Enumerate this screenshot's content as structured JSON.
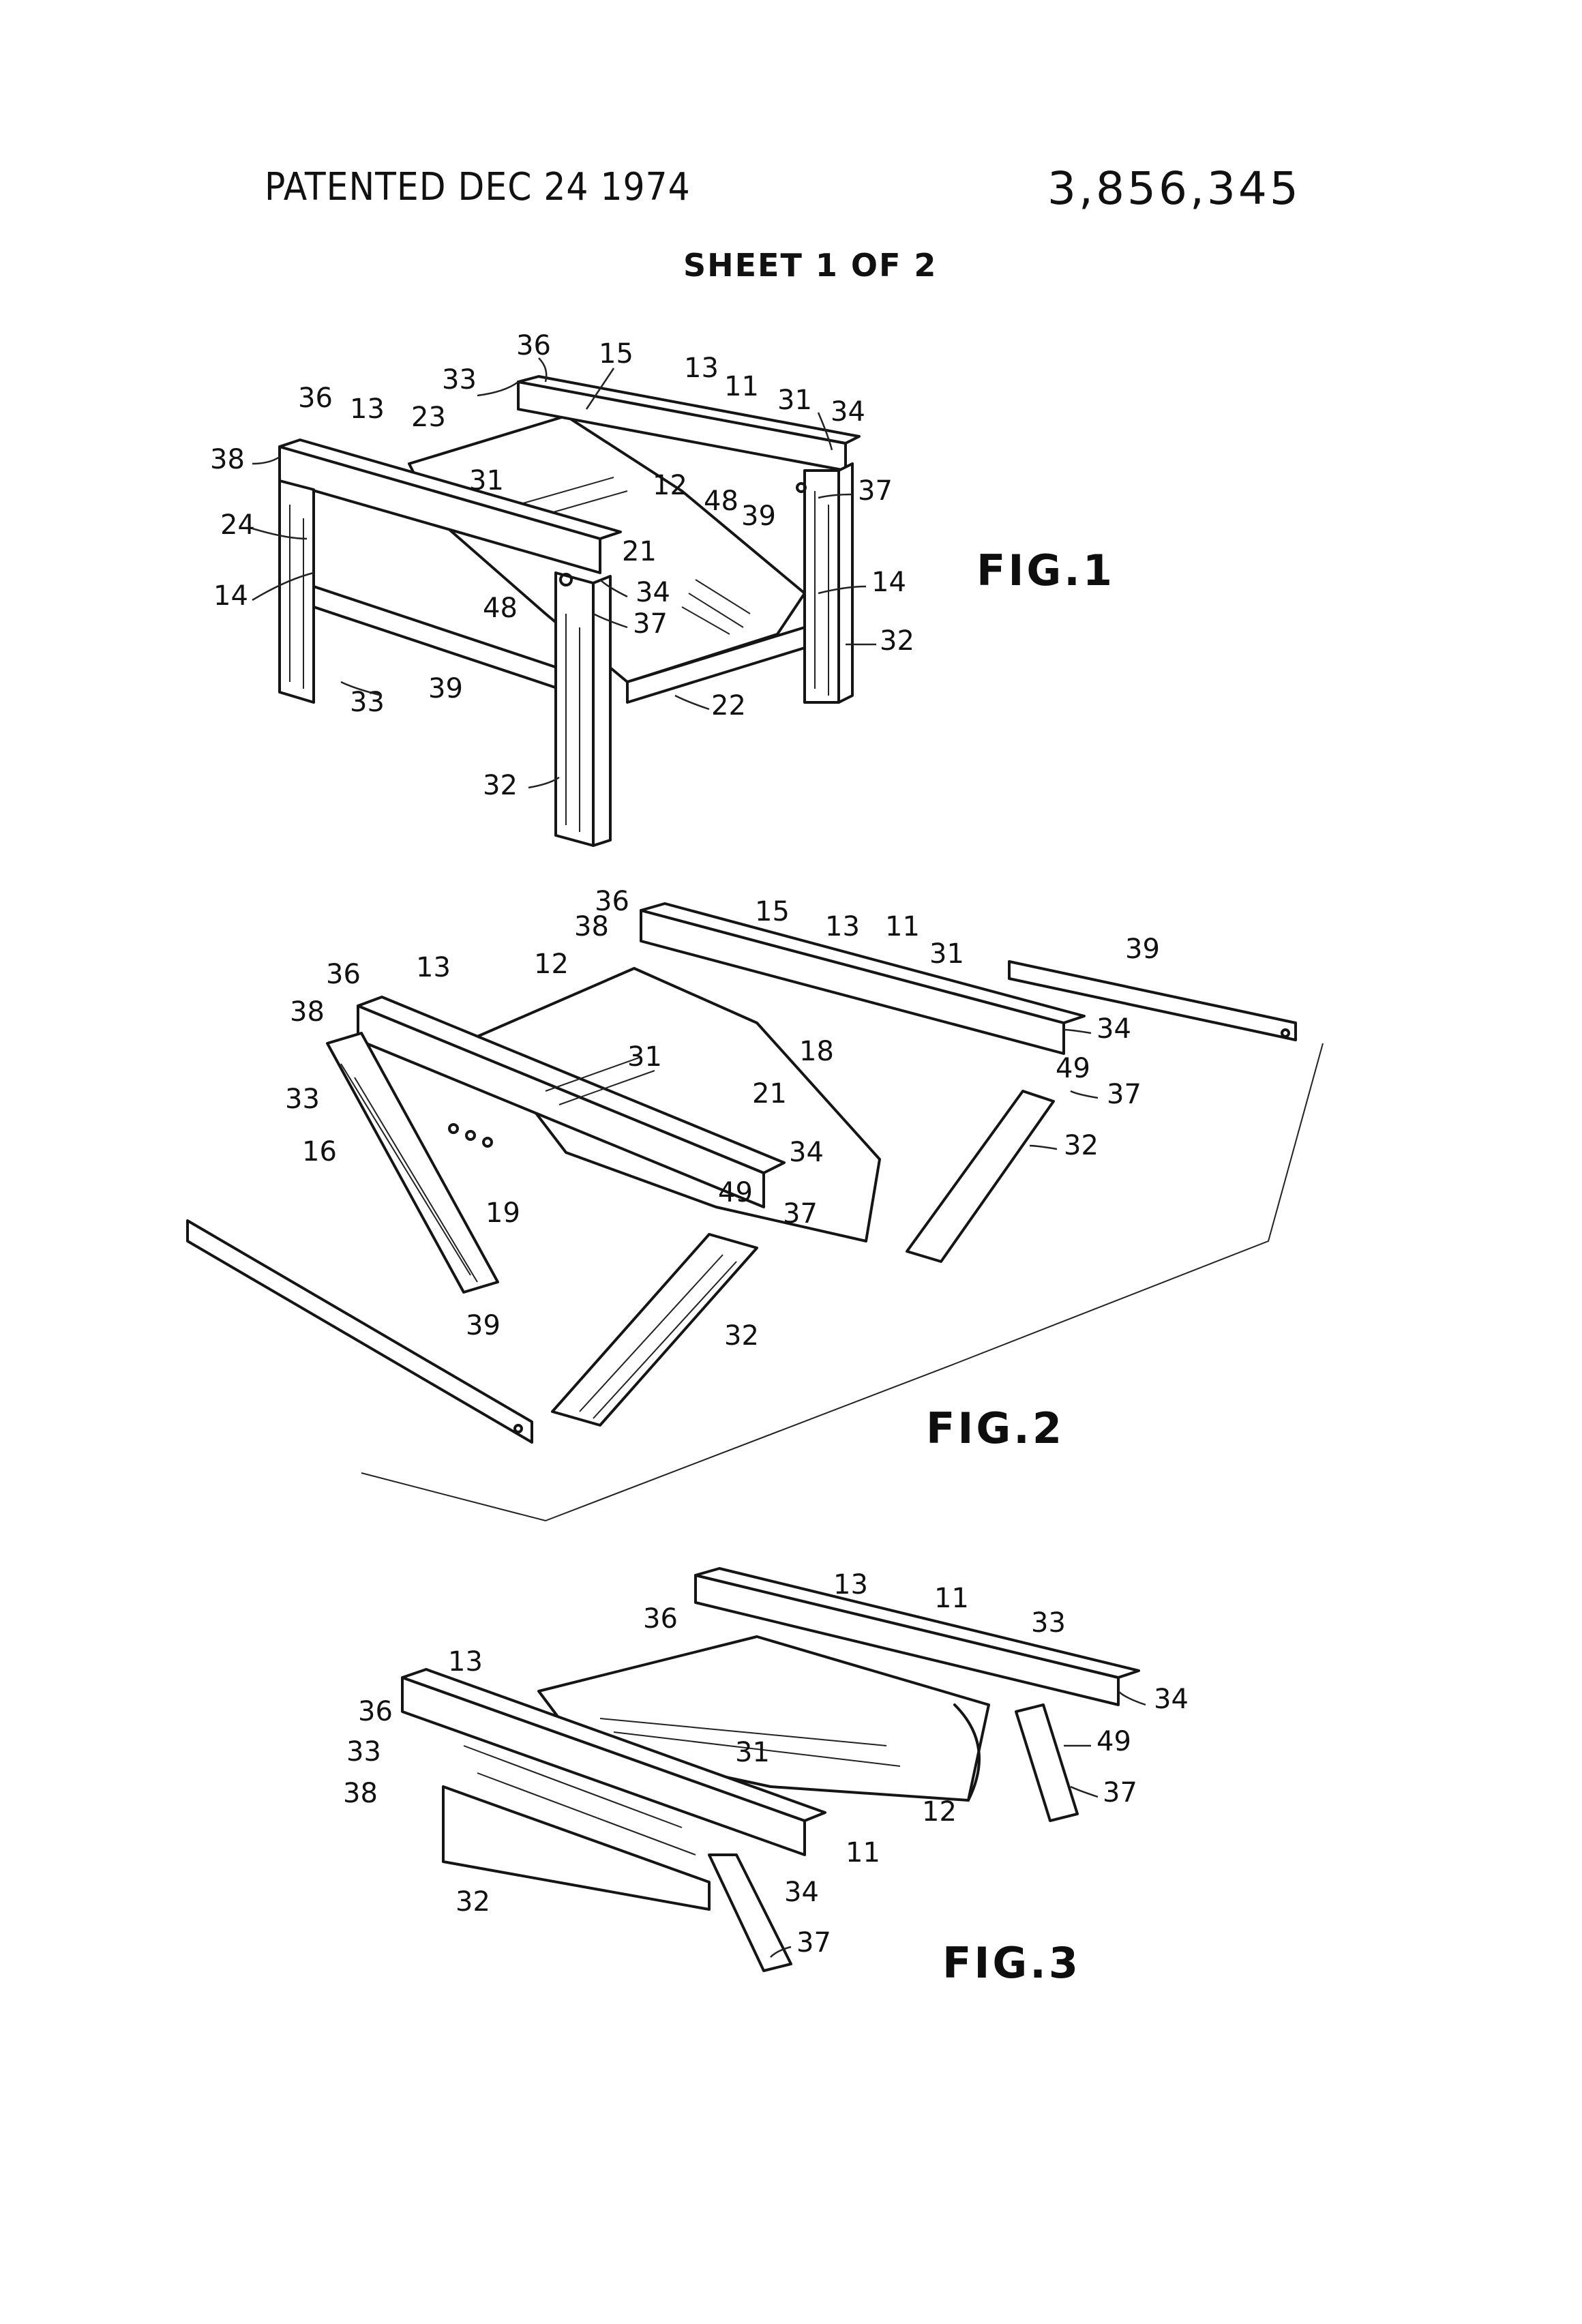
{
  "header": {
    "patented": "PATENTED DEC 24 1974",
    "patent_number": "3,856,345",
    "sheet": "SHEET 1 OF 2"
  },
  "figures": [
    {
      "id": "fig1",
      "caption": "FIG.1",
      "refs": [
        "36",
        "15",
        "13",
        "11",
        "31",
        "34",
        "33",
        "36",
        "13",
        "23",
        "38",
        "48",
        "39",
        "37",
        "12",
        "31",
        "24",
        "21",
        "14",
        "34",
        "14",
        "48",
        "37",
        "32",
        "39",
        "33",
        "22",
        "32"
      ]
    },
    {
      "id": "fig2",
      "caption": "FIG.2",
      "refs": [
        "36",
        "15",
        "13",
        "11",
        "38",
        "31",
        "39",
        "36",
        "13",
        "12",
        "38",
        "34",
        "18",
        "31",
        "49",
        "37",
        "33",
        "21",
        "32",
        "16",
        "34",
        "19",
        "49",
        "37",
        "39",
        "32"
      ]
    },
    {
      "id": "fig3",
      "caption": "FIG.3",
      "refs": [
        "13",
        "11",
        "36",
        "33",
        "13",
        "34",
        "49",
        "36",
        "33",
        "31",
        "37",
        "38",
        "12",
        "11",
        "34",
        "32",
        "37"
      ]
    }
  ],
  "colors": {
    "ink": "#151515",
    "paper": "#ffffff"
  }
}
